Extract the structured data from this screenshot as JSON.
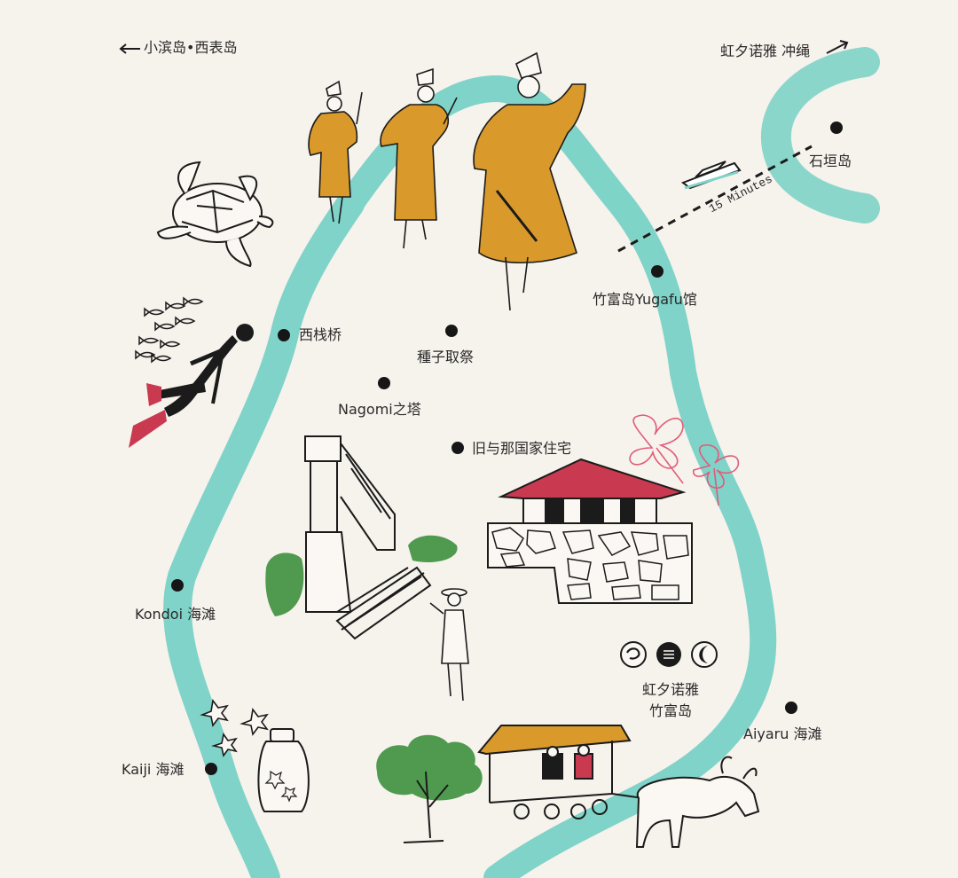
{
  "header": {
    "left_direction": "小滨岛•西表岛",
    "right_direction": "虹夕诺雅 冲绳"
  },
  "ferry": {
    "duration": "15 Minutes"
  },
  "places": {
    "ishigaki": "石垣岛",
    "yugafu": "竹富岛Yugafu馆",
    "nishi_pier": "西栈桥",
    "tanadui": "種子取祭",
    "nagomi": "Nagomi之塔",
    "yonaha": "旧与那国家住宅",
    "kondoi": "Kondoi 海滩",
    "kaiji": "Kaiji 海滩",
    "aiyaru": "Aiyaru 海滩"
  },
  "resort": {
    "line1": "虹夕诺雅",
    "line2": "竹富岛"
  },
  "colors": {
    "background": "#f6f2ec",
    "road": "#7fd3c8",
    "robe": "#d99a2b",
    "roof": "#c9394f",
    "tree": "#4f9a4f",
    "dot": "#161616"
  },
  "icons": [
    "arrow-left-icon",
    "arrow-right-icon",
    "ferry-icon",
    "turtle-icon",
    "diver-icon",
    "fish-school-icon",
    "dancer-icon",
    "tower-icon",
    "house-icon",
    "hibiscus-icon",
    "tree-icon",
    "jar-icon",
    "starsand-icon",
    "buffalo-cart-icon",
    "hoshinoya-logo-icon"
  ]
}
